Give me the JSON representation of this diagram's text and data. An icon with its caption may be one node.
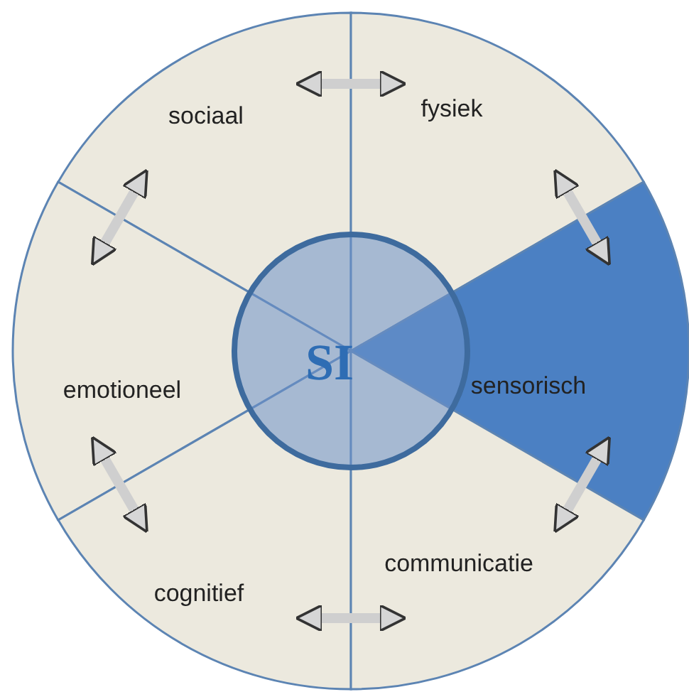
{
  "diagram": {
    "nodes": [
      {
        "text": [
          "sociaal"
        ]
      },
      {
        "text": [
          "fysiek"
        ]
      },
      {
        "text": [
          "SI"
        ]
      },
      {
        "text": [
          "emotioneel"
        ]
      },
      {
        "text": [
          "sensorisch"
        ]
      },
      {
        "text": [
          "cognitief"
        ]
      },
      {
        "text": [
          "communicatie"
        ]
      }
    ],
    "edges": [
      {
        "from": 0,
        "to": 1,
        "arrow": "both"
      },
      {
        "from": 3,
        "to": 0,
        "arrow": "both"
      },
      {
        "from": 1,
        "to": 4,
        "arrow": "both"
      },
      {
        "from": 5,
        "to": 3,
        "arrow": "both"
      },
      {
        "from": 4,
        "to": 6,
        "arrow": "both"
      },
      {
        "from": 6,
        "to": 5,
        "arrow": "both"
      }
    ]
  }
}
